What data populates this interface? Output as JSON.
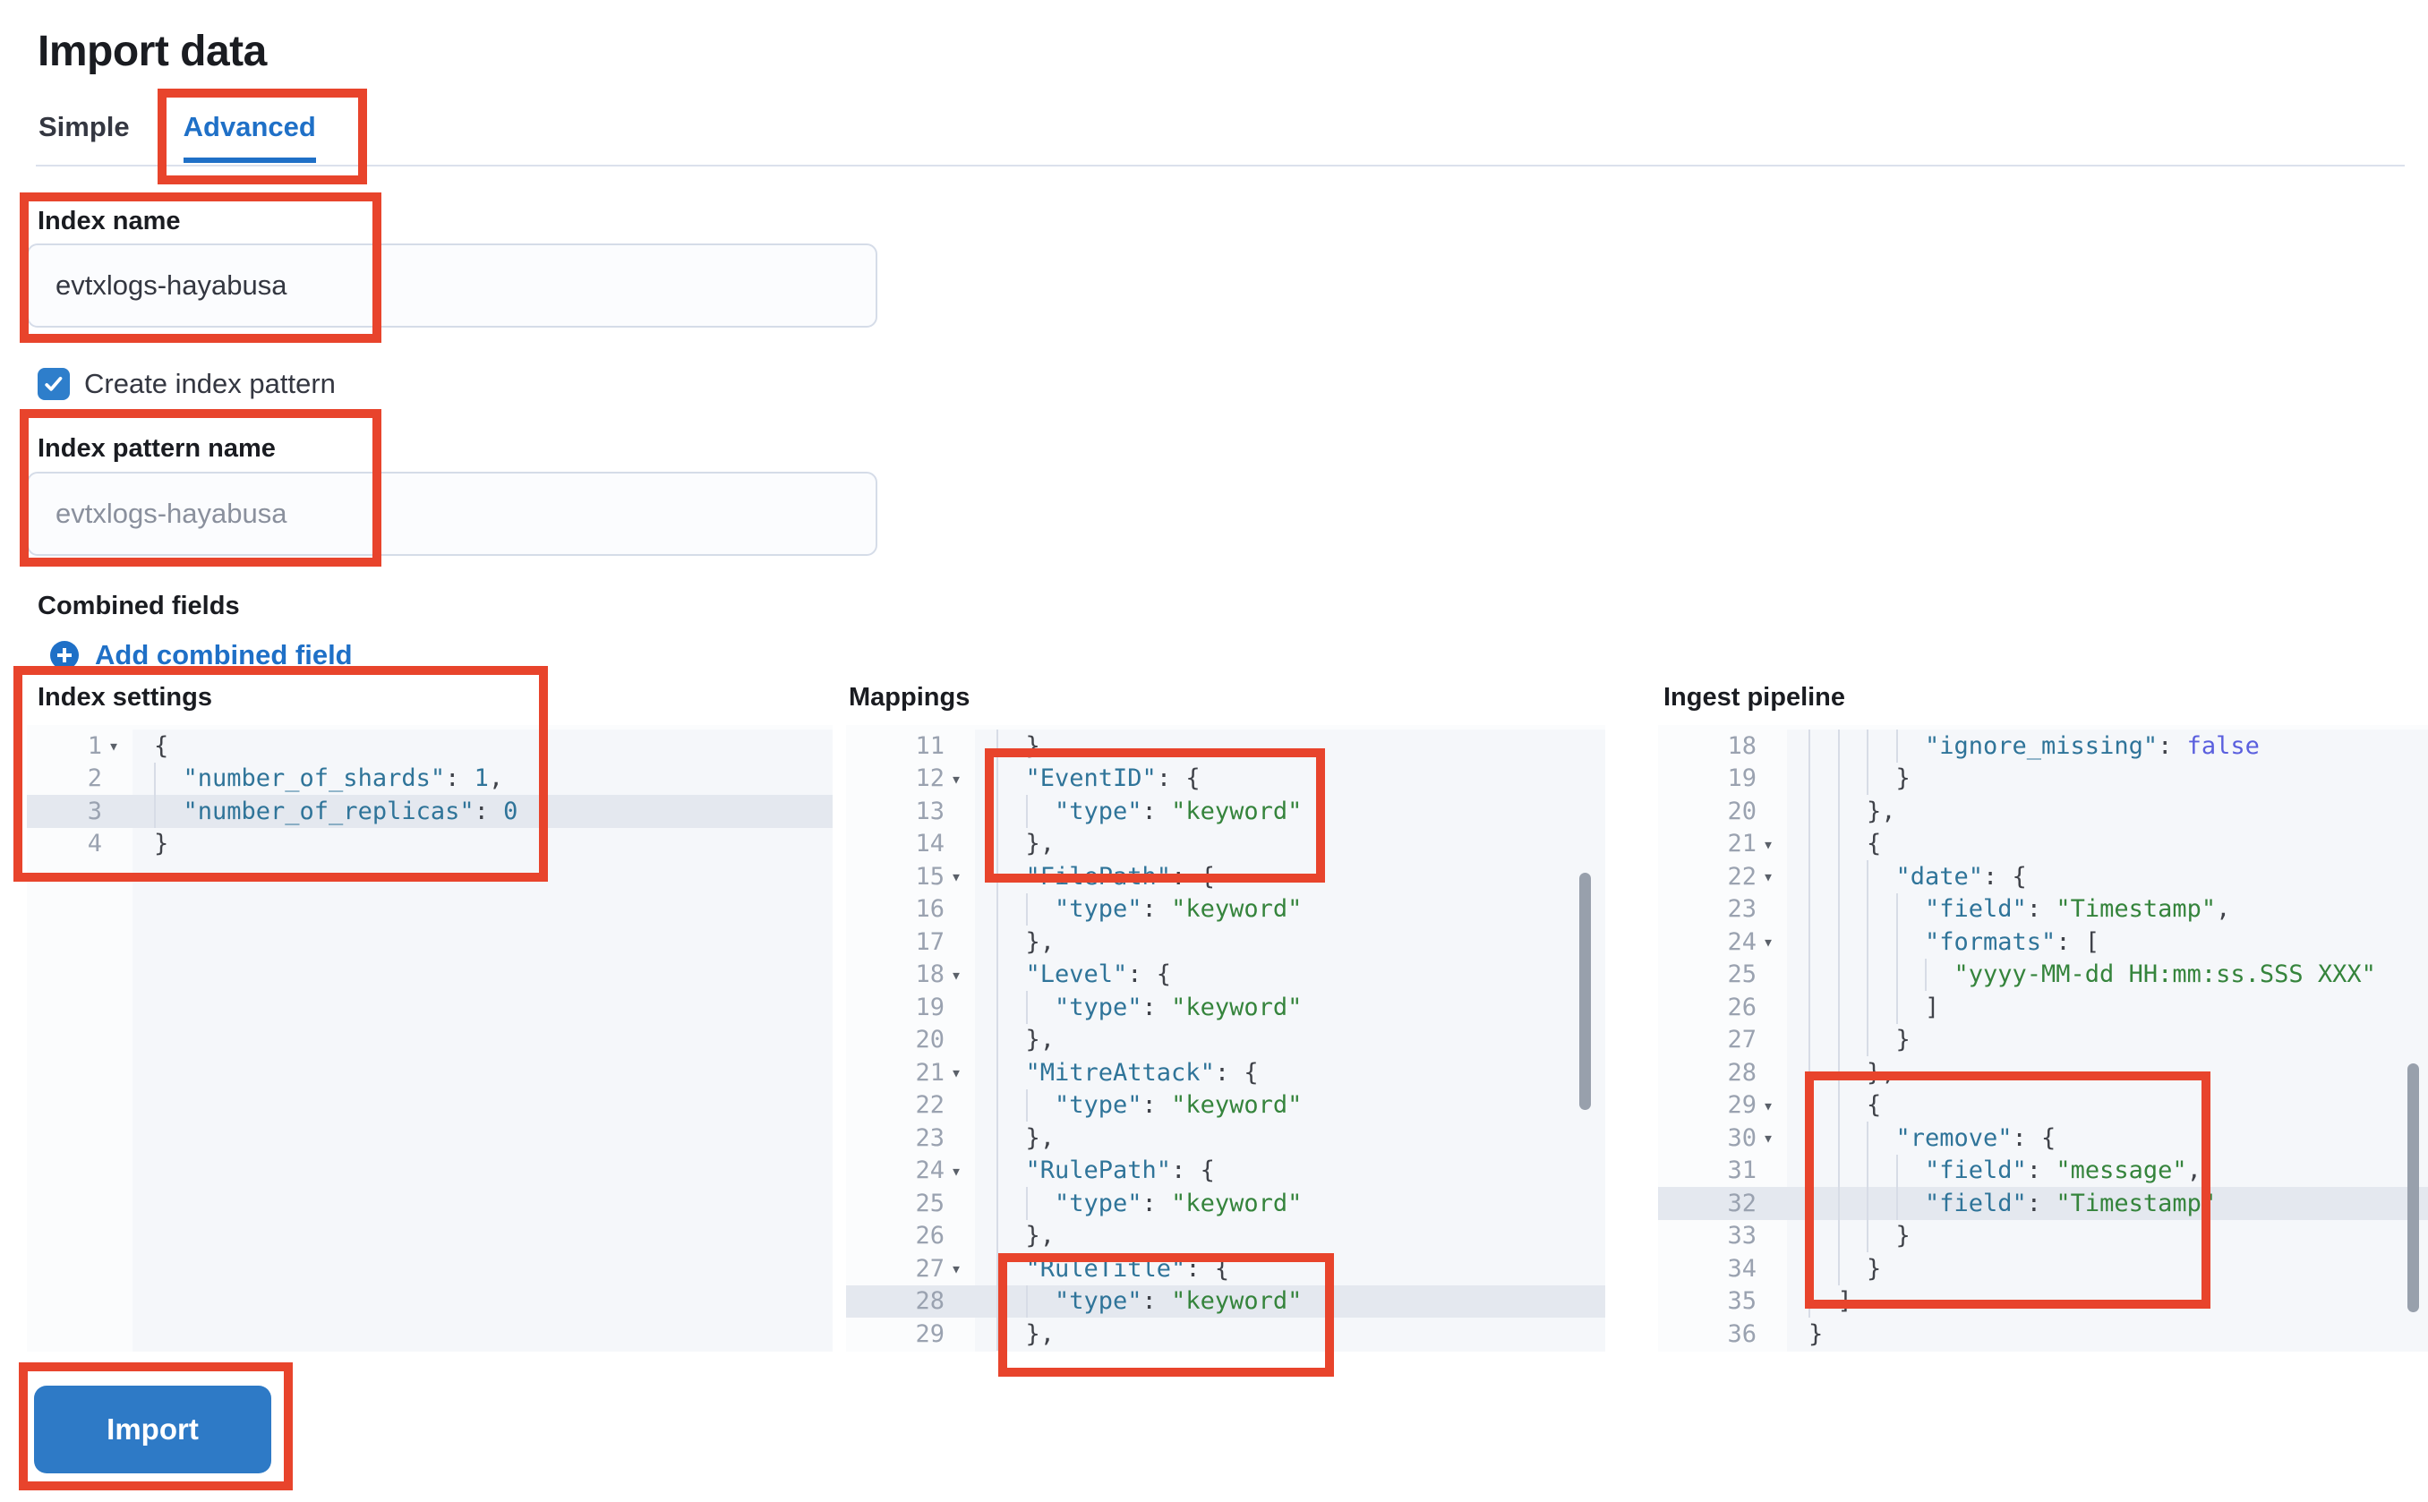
{
  "page": {
    "title": "Import data"
  },
  "tabs": [
    {
      "label": "Simple",
      "active": false
    },
    {
      "label": "Advanced",
      "active": true
    }
  ],
  "form": {
    "index_name": {
      "label": "Index name",
      "value": "evtxlogs-hayabusa"
    },
    "create_index_pattern": {
      "label": "Create index pattern",
      "checked": true
    },
    "index_pattern_name": {
      "label": "Index pattern name",
      "placeholder": "evtxlogs-hayabusa"
    },
    "combined_fields": {
      "label": "Combined fields",
      "add_link": "Add combined field"
    }
  },
  "import_button": {
    "label": "Import"
  },
  "icons": {
    "add_combined_field": "plus-in-circle-icon",
    "checkbox_mark": "check-icon",
    "gutter_fold": "caret-down-icon"
  },
  "ui": {
    "fold_glyph": "▾"
  },
  "colors": {
    "accent": "#1f70c7",
    "button": "#2e7ac6",
    "checkbox": "#2e7ecb",
    "red": "#e8442c",
    "key": "#2f7499",
    "str": "#35843c",
    "bool": "#5a5fde",
    "num": "#2f7499",
    "punct": "#3f4249",
    "editor_bg": "#f5f7fa",
    "active_line": "#e4e8ef",
    "thumb": "#98a0ac"
  },
  "editors": [
    {
      "id": "index-settings",
      "label": "Index settings",
      "lines": [
        {
          "n": 1,
          "indent": 0,
          "fold": true,
          "active": false,
          "tokens": [
            [
              "p",
              "{"
            ]
          ]
        },
        {
          "n": 2,
          "indent": 1,
          "fold": false,
          "active": false,
          "tokens": [
            [
              "k",
              "\"number_of_shards\""
            ],
            [
              "p",
              ": "
            ],
            [
              "n",
              "1"
            ],
            [
              "p",
              ","
            ]
          ]
        },
        {
          "n": 3,
          "indent": 1,
          "fold": false,
          "active": true,
          "tokens": [
            [
              "k",
              "\"number_of_replicas\""
            ],
            [
              "p",
              ": "
            ],
            [
              "n",
              "0"
            ]
          ]
        },
        {
          "n": 4,
          "indent": 0,
          "fold": false,
          "active": false,
          "tokens": [
            [
              "p",
              "}"
            ]
          ]
        }
      ]
    },
    {
      "id": "mappings",
      "label": "Mappings",
      "lines": [
        {
          "n": 11,
          "indent": 1,
          "fold": false,
          "active": false,
          "tokens": [
            [
              "p",
              "},"
            ]
          ]
        },
        {
          "n": 12,
          "indent": 1,
          "fold": true,
          "active": false,
          "tokens": [
            [
              "k",
              "\"EventID\""
            ],
            [
              "p",
              ": {"
            ]
          ]
        },
        {
          "n": 13,
          "indent": 2,
          "fold": false,
          "active": false,
          "tokens": [
            [
              "k",
              "\"type\""
            ],
            [
              "p",
              ": "
            ],
            [
              "s",
              "\"keyword\""
            ]
          ]
        },
        {
          "n": 14,
          "indent": 1,
          "fold": false,
          "active": false,
          "tokens": [
            [
              "p",
              "},"
            ]
          ]
        },
        {
          "n": 15,
          "indent": 1,
          "fold": true,
          "active": false,
          "tokens": [
            [
              "k",
              "\"FilePath\""
            ],
            [
              "p",
              ": {"
            ]
          ]
        },
        {
          "n": 16,
          "indent": 2,
          "fold": false,
          "active": false,
          "tokens": [
            [
              "k",
              "\"type\""
            ],
            [
              "p",
              ": "
            ],
            [
              "s",
              "\"keyword\""
            ]
          ]
        },
        {
          "n": 17,
          "indent": 1,
          "fold": false,
          "active": false,
          "tokens": [
            [
              "p",
              "},"
            ]
          ]
        },
        {
          "n": 18,
          "indent": 1,
          "fold": true,
          "active": false,
          "tokens": [
            [
              "k",
              "\"Level\""
            ],
            [
              "p",
              ": {"
            ]
          ]
        },
        {
          "n": 19,
          "indent": 2,
          "fold": false,
          "active": false,
          "tokens": [
            [
              "k",
              "\"type\""
            ],
            [
              "p",
              ": "
            ],
            [
              "s",
              "\"keyword\""
            ]
          ]
        },
        {
          "n": 20,
          "indent": 1,
          "fold": false,
          "active": false,
          "tokens": [
            [
              "p",
              "},"
            ]
          ]
        },
        {
          "n": 21,
          "indent": 1,
          "fold": true,
          "active": false,
          "tokens": [
            [
              "k",
              "\"MitreAttack\""
            ],
            [
              "p",
              ": {"
            ]
          ]
        },
        {
          "n": 22,
          "indent": 2,
          "fold": false,
          "active": false,
          "tokens": [
            [
              "k",
              "\"type\""
            ],
            [
              "p",
              ": "
            ],
            [
              "s",
              "\"keyword\""
            ]
          ]
        },
        {
          "n": 23,
          "indent": 1,
          "fold": false,
          "active": false,
          "tokens": [
            [
              "p",
              "},"
            ]
          ]
        },
        {
          "n": 24,
          "indent": 1,
          "fold": true,
          "active": false,
          "tokens": [
            [
              "k",
              "\"RulePath\""
            ],
            [
              "p",
              ": {"
            ]
          ]
        },
        {
          "n": 25,
          "indent": 2,
          "fold": false,
          "active": false,
          "tokens": [
            [
              "k",
              "\"type\""
            ],
            [
              "p",
              ": "
            ],
            [
              "s",
              "\"keyword\""
            ]
          ]
        },
        {
          "n": 26,
          "indent": 1,
          "fold": false,
          "active": false,
          "tokens": [
            [
              "p",
              "},"
            ]
          ]
        },
        {
          "n": 27,
          "indent": 1,
          "fold": true,
          "active": false,
          "tokens": [
            [
              "k",
              "\"RuleTitle\""
            ],
            [
              "p",
              ": {"
            ]
          ]
        },
        {
          "n": 28,
          "indent": 2,
          "fold": false,
          "active": true,
          "tokens": [
            [
              "k",
              "\"type\""
            ],
            [
              "p",
              ": "
            ],
            [
              "s",
              "\"keyword\""
            ]
          ]
        },
        {
          "n": 29,
          "indent": 1,
          "fold": false,
          "active": false,
          "tokens": [
            [
              "p",
              "},"
            ]
          ]
        }
      ]
    },
    {
      "id": "ingest-pipeline",
      "label": "Ingest pipeline",
      "lines": [
        {
          "n": 18,
          "indent": 4,
          "fold": false,
          "active": false,
          "tokens": [
            [
              "k",
              "\"ignore_missing\""
            ],
            [
              "p",
              ": "
            ],
            [
              "b",
              "false"
            ]
          ]
        },
        {
          "n": 19,
          "indent": 3,
          "fold": false,
          "active": false,
          "tokens": [
            [
              "p",
              "}"
            ]
          ]
        },
        {
          "n": 20,
          "indent": 2,
          "fold": false,
          "active": false,
          "tokens": [
            [
              "p",
              "},"
            ]
          ]
        },
        {
          "n": 21,
          "indent": 2,
          "fold": true,
          "active": false,
          "tokens": [
            [
              "p",
              "{"
            ]
          ]
        },
        {
          "n": 22,
          "indent": 3,
          "fold": true,
          "active": false,
          "tokens": [
            [
              "k",
              "\"date\""
            ],
            [
              "p",
              ": {"
            ]
          ]
        },
        {
          "n": 23,
          "indent": 4,
          "fold": false,
          "active": false,
          "tokens": [
            [
              "k",
              "\"field\""
            ],
            [
              "p",
              ": "
            ],
            [
              "s",
              "\"Timestamp\""
            ],
            [
              "p",
              ","
            ]
          ]
        },
        {
          "n": 24,
          "indent": 4,
          "fold": true,
          "active": false,
          "tokens": [
            [
              "k",
              "\"formats\""
            ],
            [
              "p",
              ": ["
            ]
          ]
        },
        {
          "n": 25,
          "indent": 5,
          "fold": false,
          "active": false,
          "tokens": [
            [
              "s",
              "\"yyyy-MM-dd HH:mm:ss.SSS XXX\""
            ]
          ]
        },
        {
          "n": 26,
          "indent": 4,
          "fold": false,
          "active": false,
          "tokens": [
            [
              "p",
              "]"
            ]
          ]
        },
        {
          "n": 27,
          "indent": 3,
          "fold": false,
          "active": false,
          "tokens": [
            [
              "p",
              "}"
            ]
          ]
        },
        {
          "n": 28,
          "indent": 2,
          "fold": false,
          "active": false,
          "tokens": [
            [
              "p",
              "},"
            ]
          ]
        },
        {
          "n": 29,
          "indent": 2,
          "fold": true,
          "active": false,
          "tokens": [
            [
              "p",
              "{"
            ]
          ]
        },
        {
          "n": 30,
          "indent": 3,
          "fold": true,
          "active": false,
          "tokens": [
            [
              "k",
              "\"remove\""
            ],
            [
              "p",
              ": {"
            ]
          ]
        },
        {
          "n": 31,
          "indent": 4,
          "fold": false,
          "active": false,
          "tokens": [
            [
              "k",
              "\"field\""
            ],
            [
              "p",
              ": "
            ],
            [
              "s",
              "\"message\""
            ],
            [
              "p",
              ","
            ]
          ]
        },
        {
          "n": 32,
          "indent": 4,
          "fold": false,
          "active": true,
          "tokens": [
            [
              "k",
              "\"field\""
            ],
            [
              "p",
              ": "
            ],
            [
              "s",
              "\"Timestamp\""
            ]
          ]
        },
        {
          "n": 33,
          "indent": 3,
          "fold": false,
          "active": false,
          "tokens": [
            [
              "p",
              "}"
            ]
          ]
        },
        {
          "n": 34,
          "indent": 2,
          "fold": false,
          "active": false,
          "tokens": [
            [
              "p",
              "}"
            ]
          ]
        },
        {
          "n": 35,
          "indent": 1,
          "fold": false,
          "active": false,
          "tokens": [
            [
              "p",
              "]"
            ]
          ]
        },
        {
          "n": 36,
          "indent": 0,
          "fold": false,
          "active": false,
          "tokens": [
            [
              "p",
              "}"
            ]
          ]
        }
      ]
    }
  ]
}
